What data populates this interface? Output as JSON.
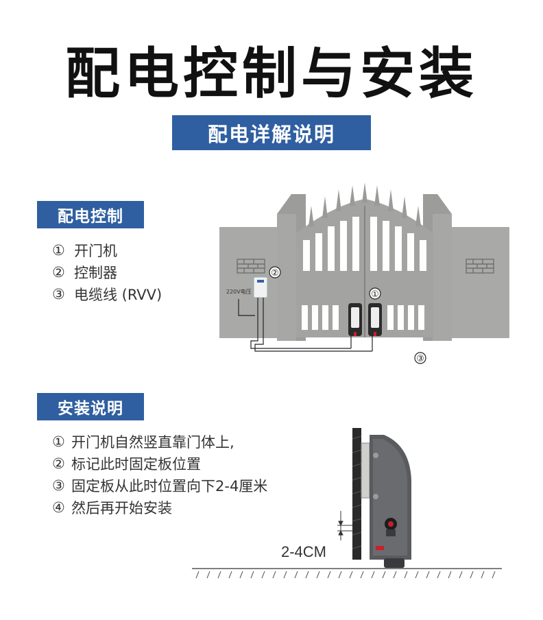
{
  "title": "配电控制与安装",
  "subtitle": "配电详解说明",
  "wiring": {
    "tag": "配电控制",
    "items": [
      {
        "num": "①",
        "label": "开门机"
      },
      {
        "num": "②",
        "label": "控制器"
      },
      {
        "num": "③",
        "label": "电缆线 (RVV)"
      }
    ],
    "voltage_label": "220V电压",
    "markers": [
      "①",
      "②",
      "③"
    ]
  },
  "install": {
    "tag": "安装说明",
    "items": [
      {
        "num": "①",
        "label": "开门机自然竖直靠门体上,"
      },
      {
        "num": "②",
        "label": "标记此时固定板位置"
      },
      {
        "num": "③",
        "label": "固定板从此时位置向下2-4厘米"
      },
      {
        "num": "④",
        "label": "然后再开始安装"
      }
    ],
    "dimension_label": "2-4CM"
  },
  "colors": {
    "accent": "#2f5fa0",
    "wall": "#a9aaa7",
    "gate": "#9fa09d"
  }
}
